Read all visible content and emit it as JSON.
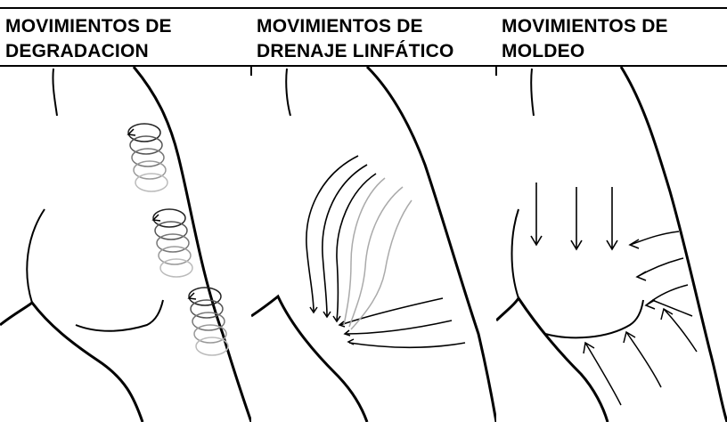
{
  "columns": [
    {
      "title_line1": "MOVIMIENTOS DE",
      "title_line2": "DEGRADACION",
      "illustration": "circular-degradation-movements"
    },
    {
      "title_line1": "MOVIMIENTOS DE",
      "title_line2": "DRENAJE LINFÁTICO",
      "illustration": "lymphatic-drainage-curves"
    },
    {
      "title_line1": "MOVIMIENTOS DE",
      "title_line2": "MOLDEO",
      "illustration": "molding-arrows"
    }
  ]
}
